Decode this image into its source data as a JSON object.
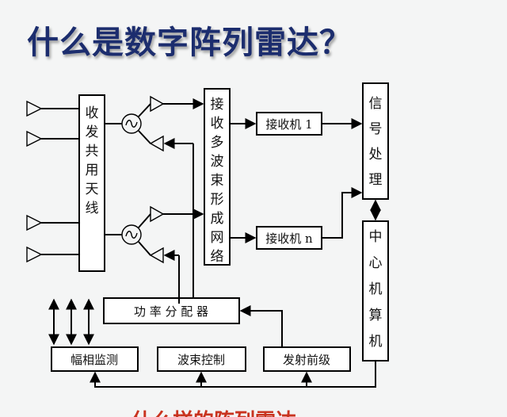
{
  "title": "什么是数字阵列雷达？",
  "blocks": {
    "duplexer": "收发共用天线",
    "beamformer": "接收多波束形成网络",
    "receiver_1": "接收机 1",
    "receiver_n": "接收机 n",
    "signal_processor": "信号处理",
    "central_computer": "中心机算机",
    "power_divider": "功 率 分 配 器",
    "amp_phase_monitor": "幅相监测",
    "beam_control": "波束控制",
    "transmit_preamp": "发射前级"
  },
  "bottom_caption": "什么样的阵列雷达"
}
